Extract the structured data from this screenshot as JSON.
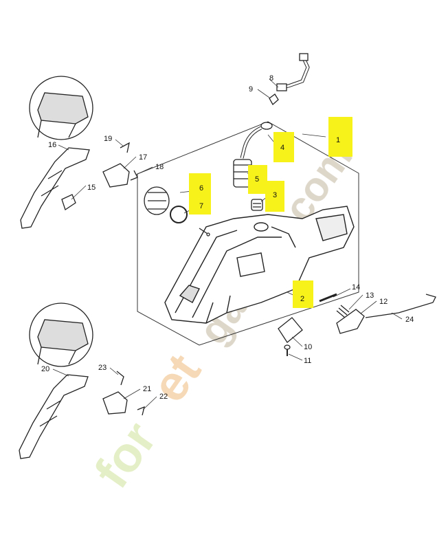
{
  "diagram": {
    "callouts": [
      {
        "id": "1",
        "text": "1",
        "highlighted": true
      },
      {
        "id": "2",
        "text": "2",
        "highlighted": true
      },
      {
        "id": "3",
        "text": "3",
        "highlighted": true
      },
      {
        "id": "4",
        "text": "4",
        "highlighted": true
      },
      {
        "id": "5",
        "text": "5",
        "highlighted": true
      },
      {
        "id": "6",
        "text": "6",
        "highlighted": true
      },
      {
        "id": "7",
        "text": "7",
        "highlighted": true
      },
      {
        "id": "8",
        "text": "8",
        "highlighted": false
      },
      {
        "id": "9",
        "text": "9",
        "highlighted": false
      },
      {
        "id": "10",
        "text": "10",
        "highlighted": false
      },
      {
        "id": "11",
        "text": "11",
        "highlighted": false
      },
      {
        "id": "12",
        "text": "12",
        "highlighted": false
      },
      {
        "id": "13",
        "text": "13",
        "highlighted": false
      },
      {
        "id": "14",
        "text": "14",
        "highlighted": false
      },
      {
        "id": "15",
        "text": "15",
        "highlighted": false
      },
      {
        "id": "16",
        "text": "16",
        "highlighted": false
      },
      {
        "id": "17",
        "text": "17",
        "highlighted": false
      },
      {
        "id": "18",
        "text": "18",
        "highlighted": false
      },
      {
        "id": "19",
        "text": "19",
        "highlighted": false
      },
      {
        "id": "20",
        "text": "20",
        "highlighted": false
      },
      {
        "id": "21",
        "text": "21",
        "highlighted": false
      },
      {
        "id": "22",
        "text": "22",
        "highlighted": false
      },
      {
        "id": "23",
        "text": "23",
        "highlighted": false
      },
      {
        "id": "24",
        "text": "24",
        "highlighted": false
      }
    ],
    "highlight_color": "#f7f31a",
    "watermark": {
      "text_main": "for",
      "text_accent": "et",
      "text_tail": "garden.com",
      "color_main": "#e4efc4",
      "color_accent": "#f6d8b4",
      "color_tail": "#dcd5c8"
    }
  }
}
